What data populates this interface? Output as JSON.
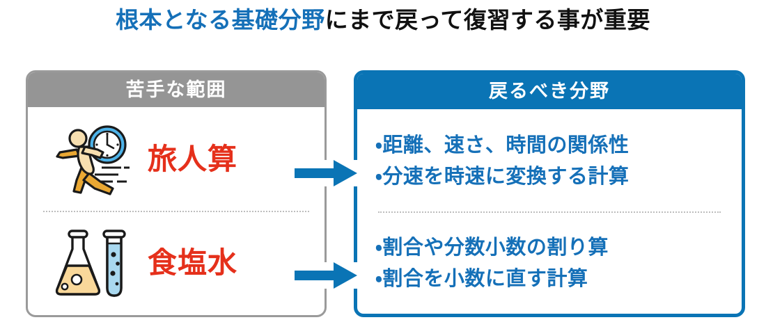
{
  "title": {
    "accent_text": "根本となる基礎分野",
    "plain_text": "にまで戻って復習する事が重要",
    "accent_color": "#1570b8",
    "plain_color": "#111111"
  },
  "colors": {
    "blue": "#0a74b5",
    "gray": "#959595",
    "red": "#e5301b",
    "text_blue": "#1570b8",
    "divider": "#bdbdbd"
  },
  "weak_panel": {
    "header": "苦手な範囲",
    "header_bg": "#959595",
    "border_color": "#9a9a9a",
    "rows": [
      {
        "icon": "running-person-clock-icon",
        "label": "旅人算"
      },
      {
        "icon": "flask-test-tube-icon",
        "label": "食塩水"
      }
    ]
  },
  "fields_panel": {
    "header": "戻るべき分野",
    "header_bg": "#0a74b5",
    "border_color": "#0a74b5",
    "groups": [
      {
        "lines": [
          "・距離、速さ、時間の関係性",
          "・分速を時速に変換する計算"
        ]
      },
      {
        "lines": [
          "・割合や分数小数の割り算",
          "・割合を小数に直す計算"
        ]
      }
    ]
  },
  "arrows": [
    {
      "name": "arrow-traveler-to-fields",
      "direction": "right",
      "color": "#0a74b5"
    },
    {
      "name": "arrow-saltwater-to-fields",
      "direction": "right",
      "color": "#0a74b5"
    }
  ]
}
